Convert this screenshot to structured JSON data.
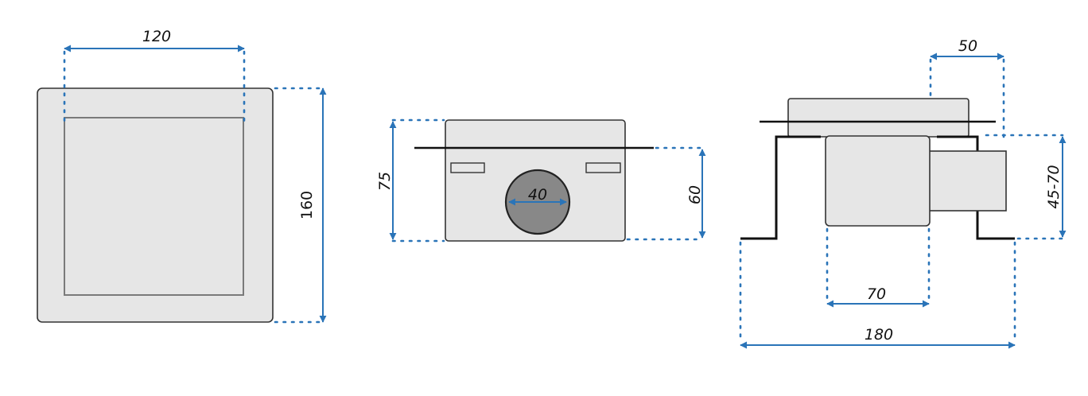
{
  "colors": {
    "dimension": "#2a74b8",
    "part_fill": "#e6e6e6",
    "outline": "#333333",
    "drain_fill": "#888888"
  },
  "views": {
    "front": {
      "width_label": "120",
      "height_label": "160"
    },
    "side": {
      "total_height_label": "75",
      "body_height_label": "60",
      "outlet_label": "40"
    },
    "install": {
      "top_label": "50",
      "depth_label": "45-70",
      "inner_label": "70",
      "overall_label": "180"
    }
  }
}
